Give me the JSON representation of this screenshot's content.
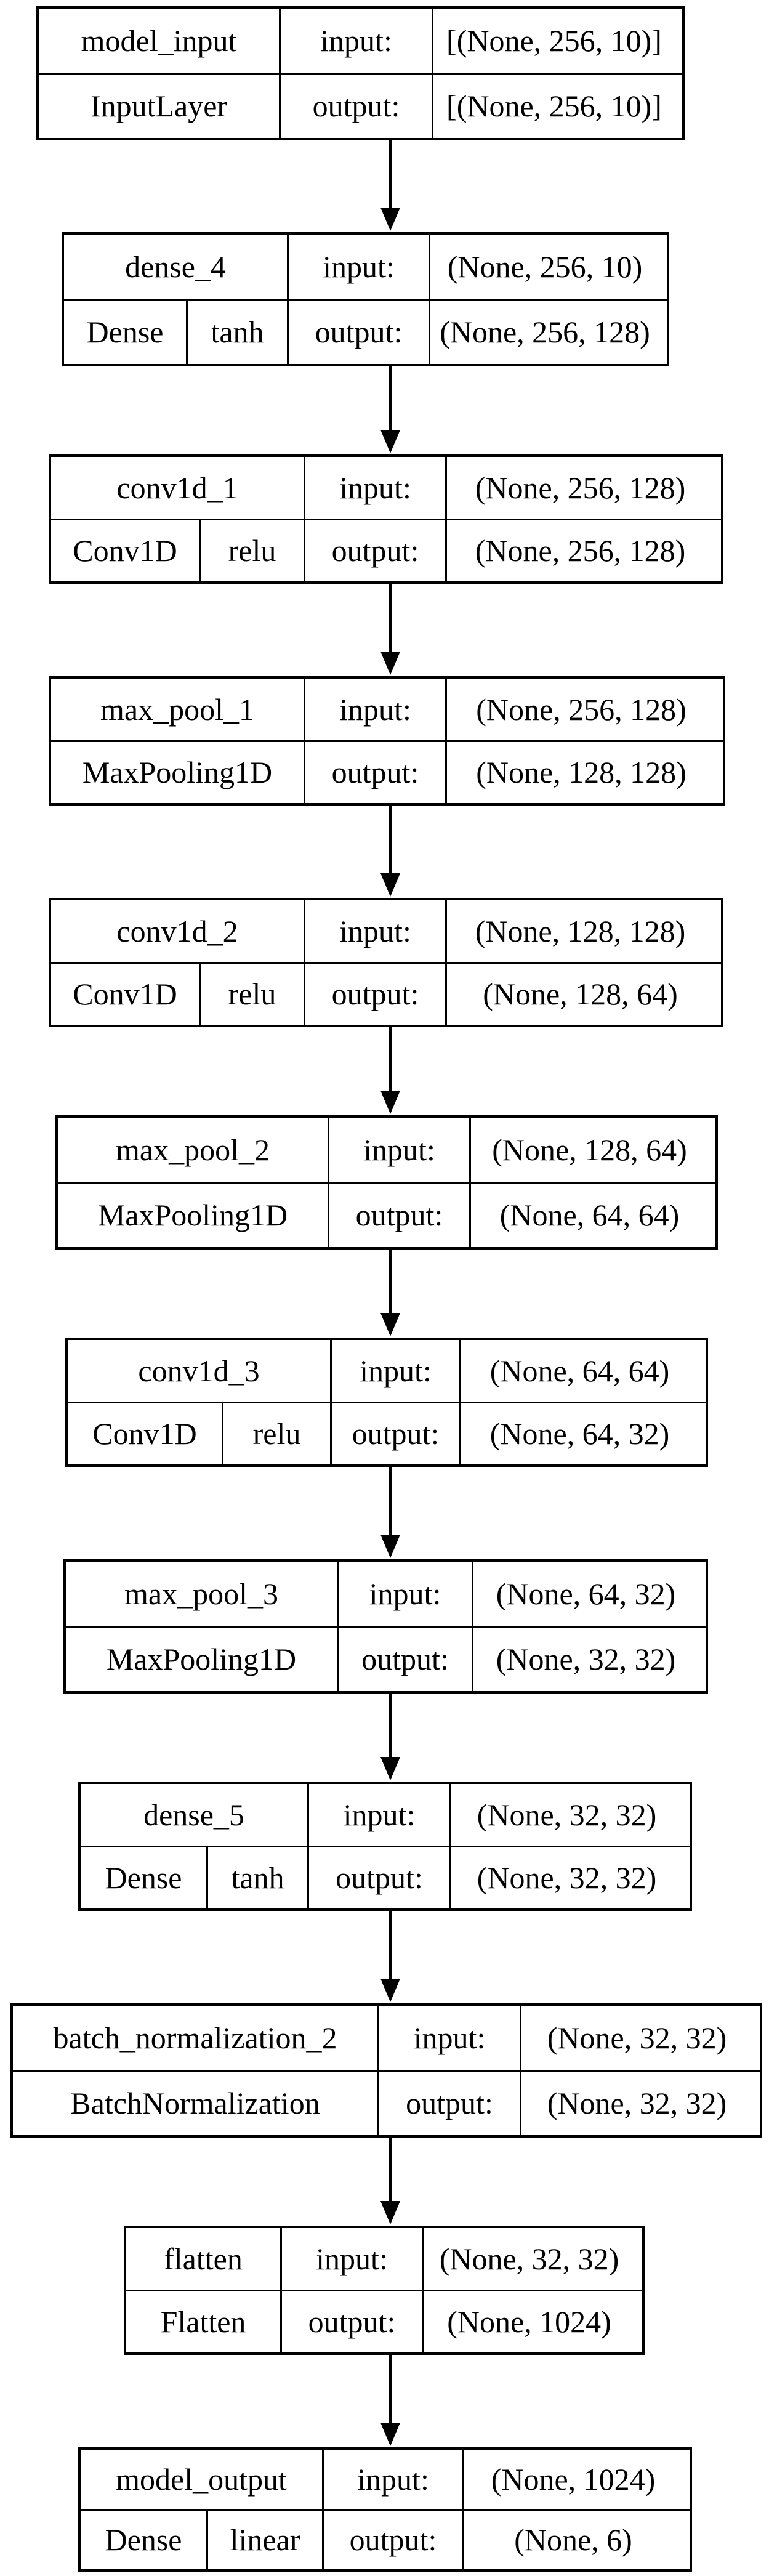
{
  "layers": [
    {
      "name": "model_input",
      "type": "InputLayer",
      "activation": "",
      "input_label": "input:",
      "input_shape": "[(None, 256, 10)]",
      "output_label": "output:",
      "output_shape": "[(None, 256, 10)]"
    },
    {
      "name": "dense_4",
      "type": "Dense",
      "activation": "tanh",
      "input_label": "input:",
      "input_shape": "(None, 256, 10)",
      "output_label": "output:",
      "output_shape": "(None, 256, 128)"
    },
    {
      "name": "conv1d_1",
      "type": "Conv1D",
      "activation": "relu",
      "input_label": "input:",
      "input_shape": "(None, 256, 128)",
      "output_label": "output:",
      "output_shape": "(None, 256, 128)"
    },
    {
      "name": "max_pool_1",
      "type": "MaxPooling1D",
      "activation": "",
      "input_label": "input:",
      "input_shape": "(None, 256, 128)",
      "output_label": "output:",
      "output_shape": "(None, 128, 128)"
    },
    {
      "name": "conv1d_2",
      "type": "Conv1D",
      "activation": "relu",
      "input_label": "input:",
      "input_shape": "(None, 128, 128)",
      "output_label": "output:",
      "output_shape": "(None, 128, 64)"
    },
    {
      "name": "max_pool_2",
      "type": "MaxPooling1D",
      "activation": "",
      "input_label": "input:",
      "input_shape": "(None, 128, 64)",
      "output_label": "output:",
      "output_shape": "(None, 64, 64)"
    },
    {
      "name": "conv1d_3",
      "type": "Conv1D",
      "activation": "relu",
      "input_label": "input:",
      "input_shape": "(None, 64, 64)",
      "output_label": "output:",
      "output_shape": "(None, 64, 32)"
    },
    {
      "name": "max_pool_3",
      "type": "MaxPooling1D",
      "activation": "",
      "input_label": "input:",
      "input_shape": "(None, 64, 32)",
      "output_label": "output:",
      "output_shape": "(None, 32, 32)"
    },
    {
      "name": "dense_5",
      "type": "Dense",
      "activation": "tanh",
      "input_label": "input:",
      "input_shape": "(None, 32, 32)",
      "output_label": "output:",
      "output_shape": "(None, 32, 32)"
    },
    {
      "name": "batch_normalization_2",
      "type": "BatchNormalization",
      "activation": "",
      "input_label": "input:",
      "input_shape": "(None, 32, 32)",
      "output_label": "output:",
      "output_shape": "(None, 32, 32)"
    },
    {
      "name": "flatten",
      "type": "Flatten",
      "activation": "",
      "input_label": "input:",
      "input_shape": "(None, 32, 32)",
      "output_label": "output:",
      "output_shape": "(None, 1024)"
    },
    {
      "name": "model_output",
      "type": "Dense",
      "activation": "linear",
      "input_label": "input:",
      "input_shape": "(None, 1024)",
      "output_label": "output:",
      "output_shape": "(None, 6)"
    }
  ]
}
